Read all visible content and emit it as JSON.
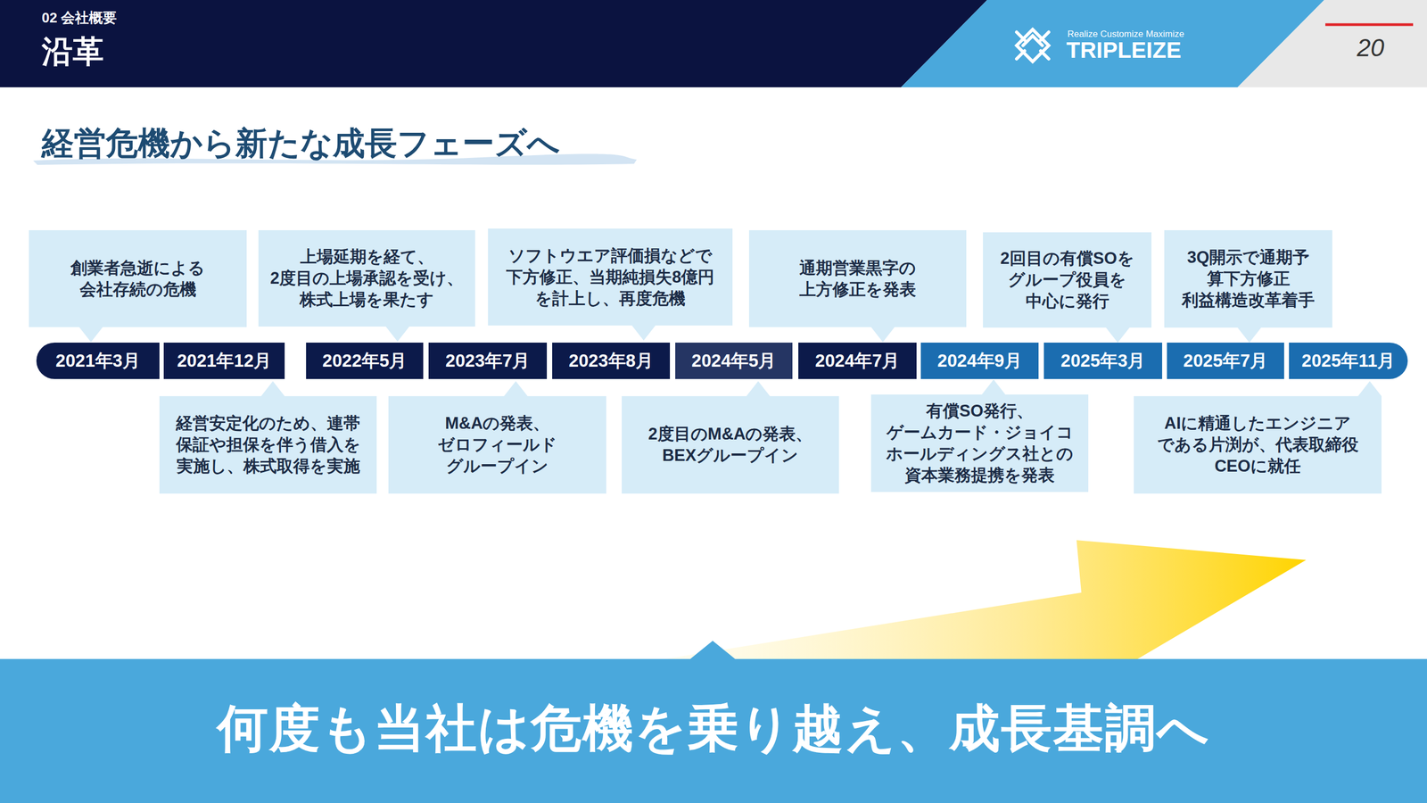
{
  "diagram": {
    "title": "沿革",
    "nodes": [
      {
        "text": [
          "創業者急逝による 会社存続の危機"
        ]
      },
      {
        "text": [
          "上場延期を経て、 2度目の上場承認を受け、 株式上場を果たす"
        ]
      },
      {
        "text": [
          "ソフトウエア評価損などで 下方修正、当期純損失8億円 を計上し、再度危機"
        ]
      },
      {
        "text": [
          "通期営業黒字の 上方修正を発表"
        ]
      },
      {
        "text": [
          "2回目の有償SOを グループ役員を 中心に発行"
        ]
      },
      {
        "text": [
          "3Q開示で通期予 算下方修正 利益構造改革着手"
        ]
      },
      {
        "text": [
          "2021年3月"
        ]
      },
      {
        "text": [
          "2021年12月"
        ]
      },
      {
        "text": [
          "2022年5月"
        ]
      },
      {
        "text": [
          "2023年7月"
        ]
      },
      {
        "text": [
          "2023年8月"
        ]
      },
      {
        "text": [
          "2024年5月"
        ]
      },
      {
        "text": [
          "2024年7月"
        ]
      },
      {
        "text": [
          "2024年9月"
        ]
      },
      {
        "text": [
          "2025年3月"
        ]
      },
      {
        "text": [
          "2025年7月"
        ]
      },
      {
        "text": [
          "2025年11月"
        ]
      },
      {
        "text": [
          "経営安定化のため、連帯 保証や担保を伴う借入を 実施し、株式取得を実施"
        ]
      },
      {
        "text": [
          "M&Aの発表、 ゼロフィールド グループイン"
        ]
      },
      {
        "text": [
          "2度目のM&Aの発表、 BEXグループイン"
        ]
      },
      {
        "text": [
          "有償SO発行、 ゲームカード・ジョイコ ホールディングス社との 資本業務提携を発表"
        ]
      },
      {
        "text": [
          "AIに精通したエンジニア である片渕が、代表取締役 CEOに就任"
        ]
      },
      {
        "text": [
          "何度も当社は危機を乗り越え、成長基調へ"
        ]
      }
    ],
    "labels": [
      "02 会社概要",
      "経営危機から新たな成長フェーズへ",
      "Realize Customize Maximize",
      "TRIPLEIZE",
      "20"
    ]
  }
}
